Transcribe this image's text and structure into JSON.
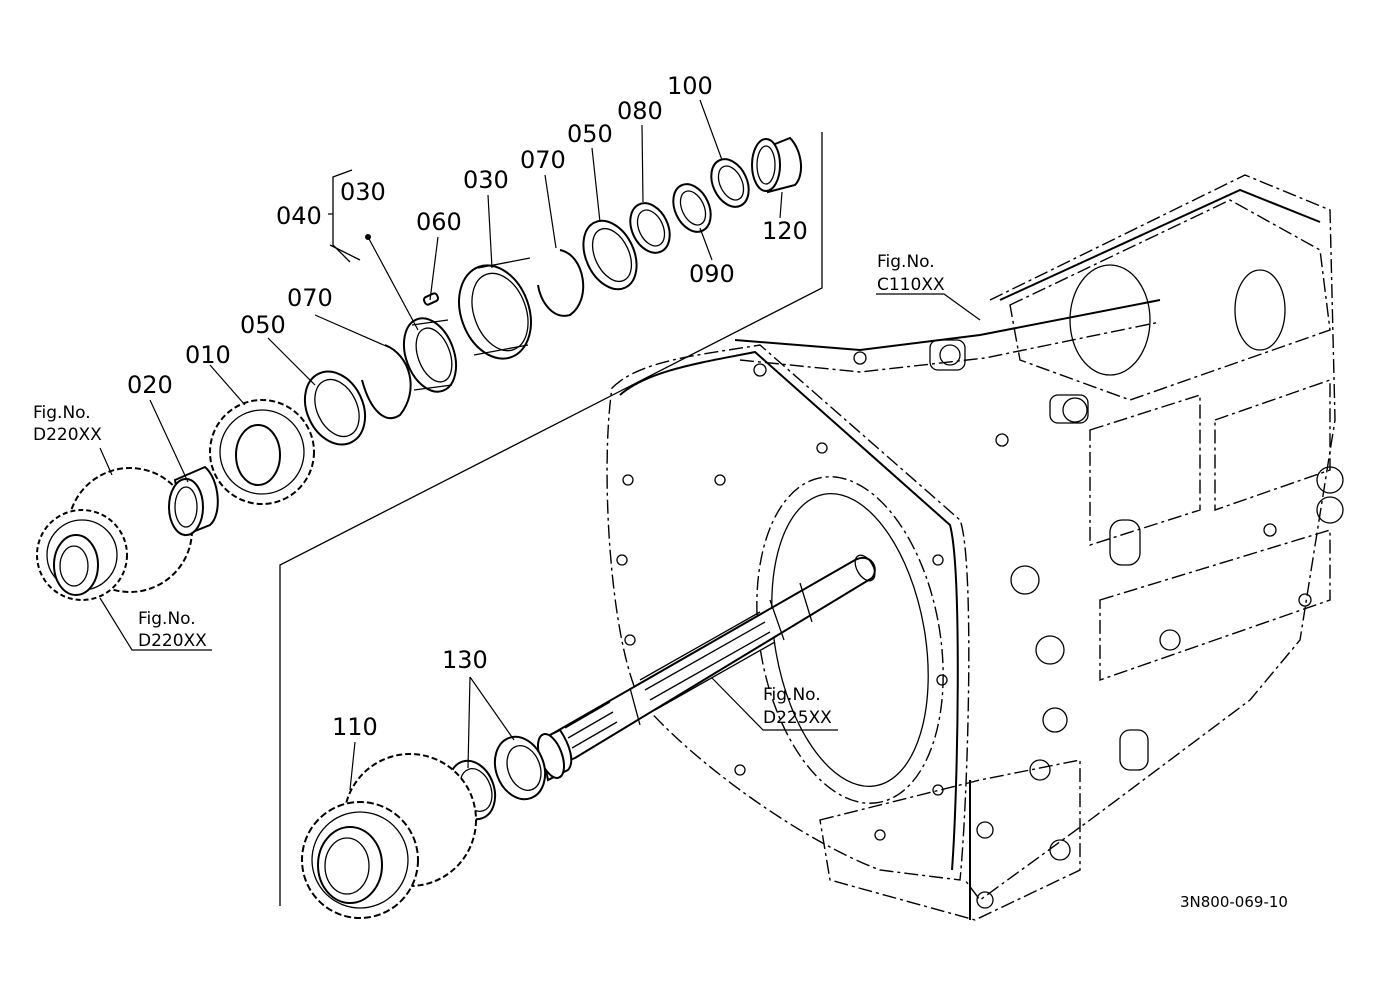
{
  "part_labels": {
    "p010": "010",
    "p020": "020",
    "p030a": "030",
    "p030b": "030",
    "p040": "040",
    "p050a": "050",
    "p050b": "050",
    "p060": "060",
    "p070a": "070",
    "p070b": "070",
    "p080": "080",
    "p090": "090",
    "p100": "100",
    "p110": "110",
    "p120": "120",
    "p130": "130"
  },
  "figure_refs": {
    "left_top": {
      "line1": "Fig.No.",
      "line2": "D220XX"
    },
    "left_bottom": {
      "line1": "Fig.No.",
      "line2": "D220XX"
    },
    "housing": {
      "line1": "Fig.No.",
      "line2": "C110XX"
    },
    "shaft": {
      "line1": "Fig.No.",
      "line2": "D225XX"
    }
  },
  "drawing_code": "3N800-069-10"
}
